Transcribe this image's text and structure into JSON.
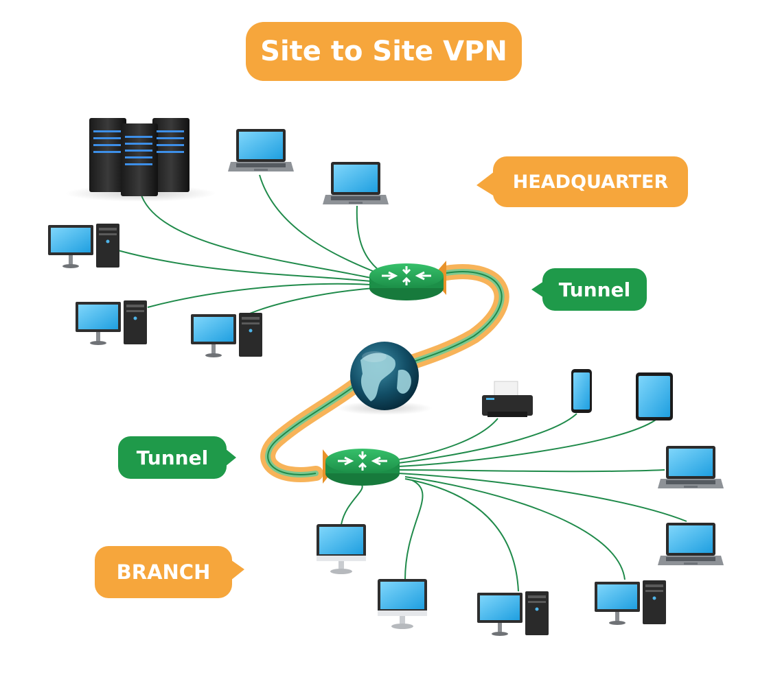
{
  "title": "Site to Site VPN",
  "labels": {
    "headquarter": "HEADQUARTER",
    "tunnel_top": "Tunnel",
    "tunnel_bottom": "Tunnel",
    "branch": "BRANCH"
  },
  "colors": {
    "orange": "#f6a63c",
    "green": "#1f9a4a",
    "cable": "#1f8a4a",
    "screen": "#36b6ee"
  },
  "icons": {
    "hq": [
      "server-rack-icon",
      "laptop-icon",
      "laptop-icon",
      "desktop-pc-icon",
      "desktop-pc-icon",
      "desktop-pc-icon"
    ],
    "core": [
      "router-icon",
      "globe-icon",
      "router-icon"
    ],
    "branch": [
      "printer-icon",
      "smartphone-icon",
      "tablet-icon",
      "laptop-icon",
      "laptop-icon",
      "monitor-icon",
      "monitor-icon",
      "desktop-pc-icon",
      "desktop-pc-icon"
    ]
  }
}
